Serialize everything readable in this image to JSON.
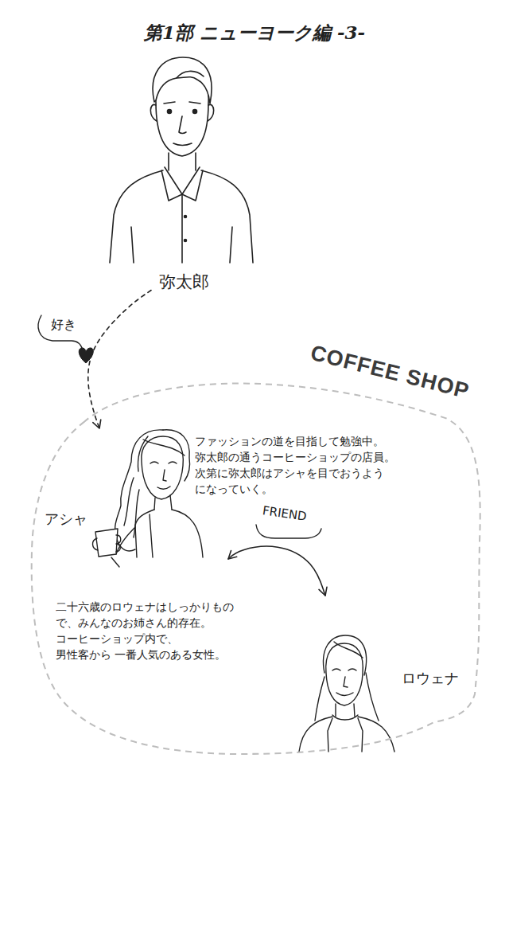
{
  "diagram": {
    "title": "第1部 ニューヨーク編 -3-",
    "nodes": [
      {
        "text": [
          "弥太郎"
        ]
      },
      {
        "text": [
          "COFFEE SHOP"
        ]
      },
      {
        "text": [
          "アシャ",
          "ファッションの道を目指して勉強中。 弥太郎の通うコーヒーショップの店員。 次第に弥太郎はアシャを目でおうよう になっていく。"
        ],
        "in": 1
      },
      {
        "text": [
          "二十六歳のロウェナはしっかりもの で、みんなのお姉さん的存在。 コーヒーショップ内で、男性客から 一番人気のある女性。",
          "ロウェナ"
        ],
        "in": 1
      }
    ],
    "edges": [
      {
        "from": 0,
        "to": 2,
        "label": "好き",
        "arrow": "to"
      },
      {
        "from": 2,
        "to": 3,
        "label": "FRIEND",
        "arrow": "both"
      }
    ]
  }
}
